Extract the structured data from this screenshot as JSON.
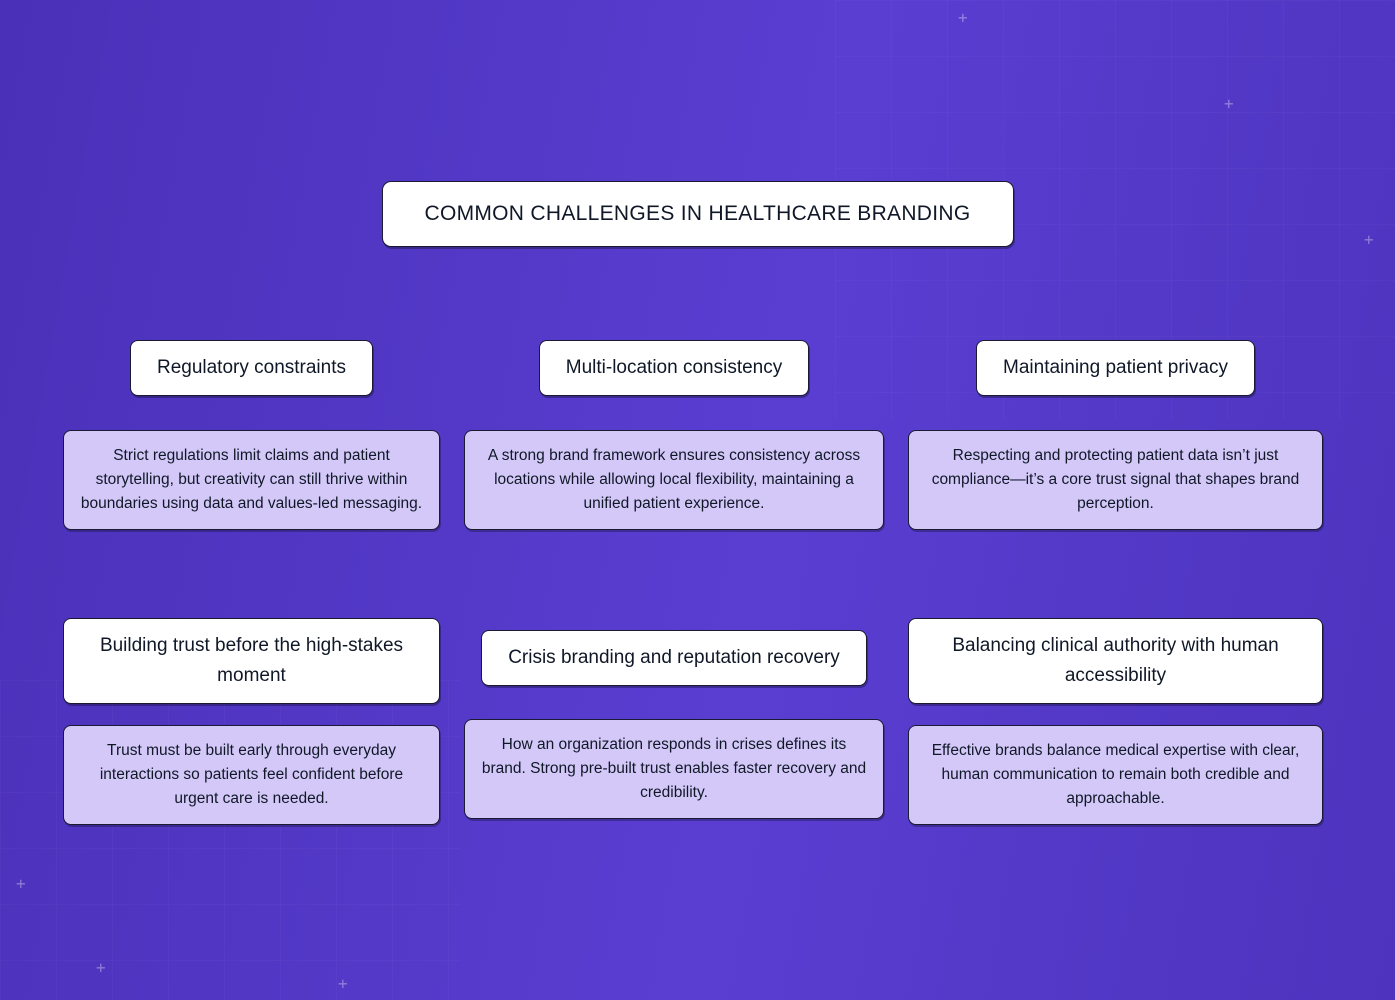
{
  "title": "COMMON CHALLENGES IN HEALTHCARE BRANDING",
  "colors": {
    "bg_left": "#4a30b8",
    "bg_right": "#5a3ed2",
    "card_bg": "#ffffff",
    "desc_bg": "#d3c8f8",
    "line": "#1a1a32",
    "text": "#101828"
  },
  "decorations": {
    "plus_glyph": "+"
  },
  "challenges": [
    {
      "label": "Regulatory constraints",
      "description": "Strict regulations limit claims and patient storytelling, but creativity can still thrive within boundaries using data and values-led messaging."
    },
    {
      "label": "Multi-location consistency",
      "description": "A strong brand framework ensures consistency across locations while allowing local flexibility, maintaining a unified patient experience."
    },
    {
      "label": "Maintaining patient privacy",
      "description": "Respecting and protecting patient data isn’t just compliance—it’s a core trust signal that shapes brand perception."
    },
    {
      "label": "Building trust before the high-stakes moment",
      "description": "Trust must be built early through everyday interactions so patients feel confident before urgent care is needed."
    },
    {
      "label": "Crisis branding and reputation recovery",
      "description": "How an organization responds in crises defines its brand. Strong pre-built trust enables faster recovery and credibility."
    },
    {
      "label": "Balancing clinical authority with human accessibility",
      "description": "Effective brands balance medical expertise with clear, human communication to remain both credible and approachable."
    }
  ]
}
